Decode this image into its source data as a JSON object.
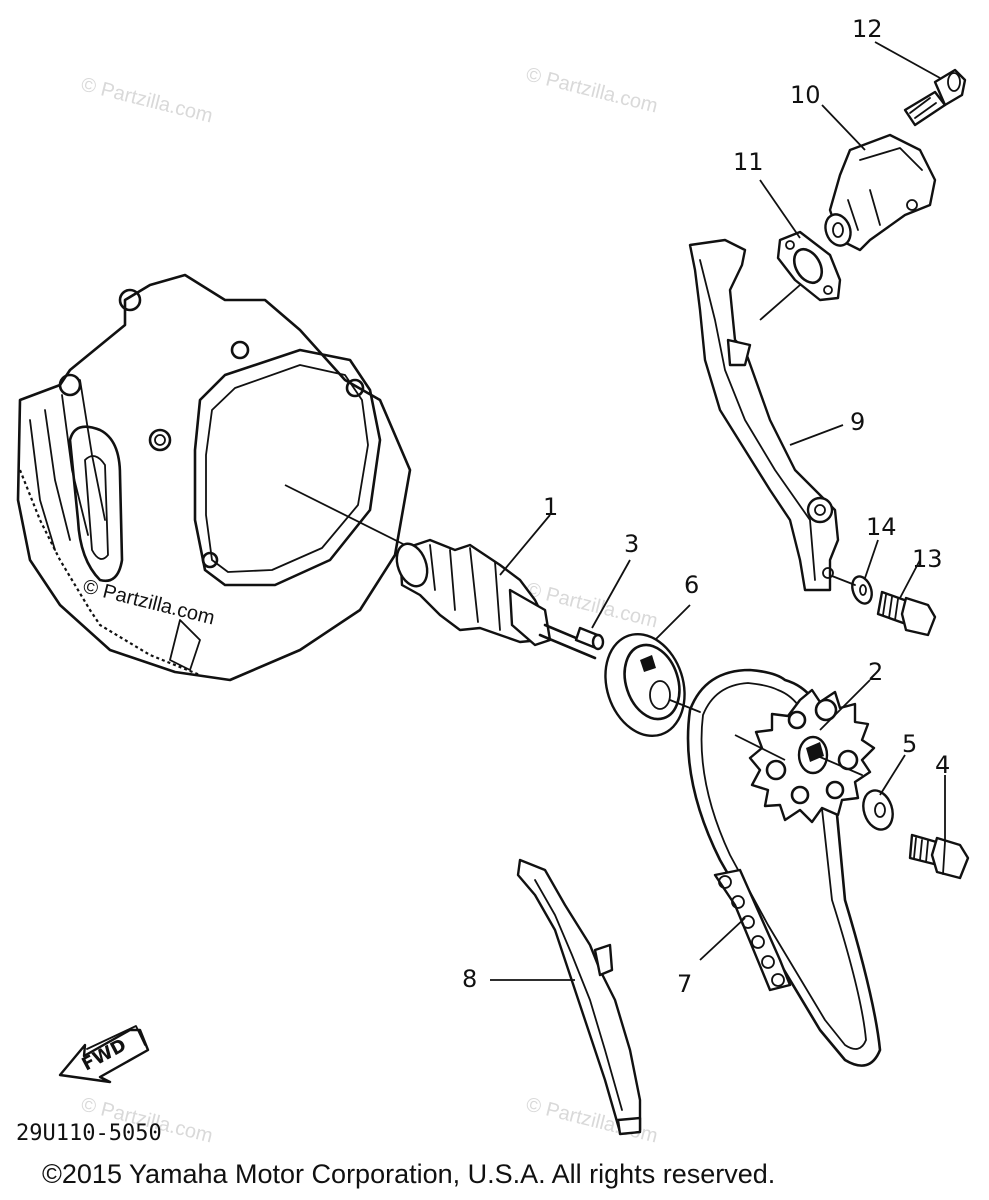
{
  "watermark": {
    "text": "© Partzilla.com",
    "inline_label": "© Partzilla.com"
  },
  "diagram_code": "29U110-5050",
  "direction_label": "FWD",
  "copyright": "©2015 Yamaha Motor Corporation, U.S.A. All rights reserved.",
  "callouts": [
    {
      "id": "1",
      "label": "1"
    },
    {
      "id": "2",
      "label": "2"
    },
    {
      "id": "3",
      "label": "3"
    },
    {
      "id": "4",
      "label": "4"
    },
    {
      "id": "5",
      "label": "5"
    },
    {
      "id": "6",
      "label": "6"
    },
    {
      "id": "7",
      "label": "7"
    },
    {
      "id": "8",
      "label": "8"
    },
    {
      "id": "9",
      "label": "9"
    },
    {
      "id": "10",
      "label": "10"
    },
    {
      "id": "11",
      "label": "11"
    },
    {
      "id": "12",
      "label": "12"
    },
    {
      "id": "13",
      "label": "13"
    },
    {
      "id": "14",
      "label": "14"
    }
  ]
}
